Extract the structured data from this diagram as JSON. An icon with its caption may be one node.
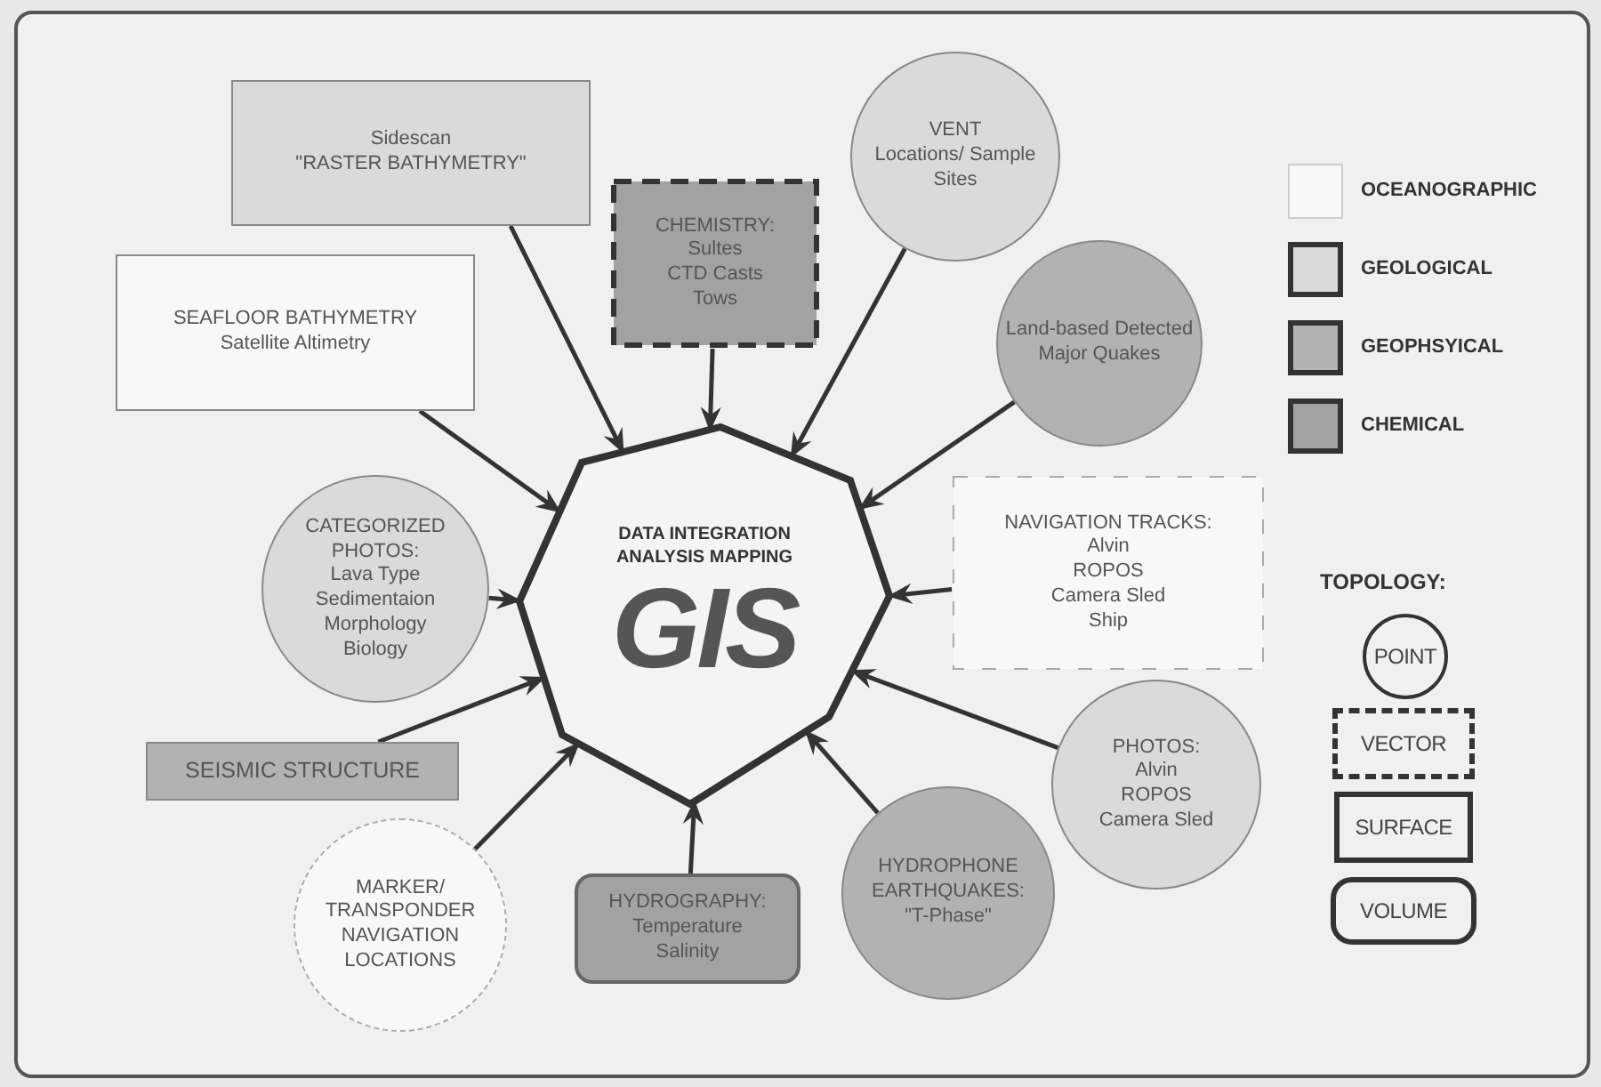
{
  "diagram": {
    "nodes": [
      {
        "text": [
          "DATA INTEGRATION ANALYSIS MAPPING",
          "GIS"
        ]
      },
      {
        "text": [
          "Sidescan",
          "\"RASTER BATHYMETRY\""
        ]
      },
      {
        "text": [
          "SEAFLOOR BATHYMETRY",
          "Satellite Altimetry"
        ]
      },
      {
        "text": [
          "CHEMISTRY:",
          "Sultes",
          "CTD Casts",
          "Tows"
        ]
      },
      {
        "text": [
          "VENT",
          "Locations/ Sample Sites"
        ]
      },
      {
        "text": [
          "Land-based Detected Major Quakes"
        ]
      },
      {
        "text": [
          "CATEGORIZED PHOTOS:",
          "Lava Type",
          "Sedimentaion",
          "Morphology",
          "Biology"
        ]
      },
      {
        "text": [
          "NAVIGATION TRACKS:",
          "Alvin",
          "ROPOS",
          "Camera Sled",
          "Ship"
        ]
      },
      {
        "text": [
          "SEISMIC STRUCTURE"
        ]
      },
      {
        "text": [
          "PHOTOS:",
          "Alvin",
          "ROPOS",
          "Camera Sled"
        ]
      },
      {
        "text": [
          "MARKER/ TRANSPONDER NAVIGATION LOCATIONS"
        ]
      },
      {
        "text": [
          "HYDROGRAPHY:",
          "Temperature",
          "Salinity"
        ]
      },
      {
        "text": [
          "HYDROPHONE EARTHQUAKES:",
          "\"T-Phase\""
        ]
      }
    ],
    "edges": [
      {
        "from": 1,
        "to": 0,
        "arrow": "to"
      },
      {
        "from": 2,
        "to": 0,
        "arrow": "to"
      },
      {
        "from": 3,
        "to": 0,
        "arrow": "to"
      },
      {
        "from": 4,
        "to": 0,
        "arrow": "to"
      },
      {
        "from": 5,
        "to": 0,
        "arrow": "to"
      },
      {
        "from": 6,
        "to": 0,
        "arrow": "to"
      },
      {
        "from": 7,
        "to": 0,
        "arrow": "to"
      },
      {
        "from": 8,
        "to": 0,
        "arrow": "to"
      },
      {
        "from": 9,
        "to": 0,
        "arrow": "to"
      },
      {
        "from": 10,
        "to": 0,
        "arrow": "to"
      },
      {
        "from": 11,
        "to": 0,
        "arrow": "to"
      },
      {
        "from": 12,
        "to": 0,
        "arrow": "to"
      }
    ],
    "labels": [
      "TOPOLOGY:"
    ],
    "legend": [
      {
        "text": "OCEANOGRAPHIC",
        "color": "#f8f8f8"
      },
      {
        "text": "GEOLOGICAL",
        "color": "#dadada"
      },
      {
        "text": "GEOPHSYICAL",
        "color": "#b2b2b2"
      },
      {
        "text": "CHEMICAL",
        "color": "#a2a2a2"
      },
      {
        "text": "POINT"
      },
      {
        "text": "VECTOR"
      },
      {
        "text": "SURFACE"
      },
      {
        "text": "VOLUME"
      }
    ]
  }
}
